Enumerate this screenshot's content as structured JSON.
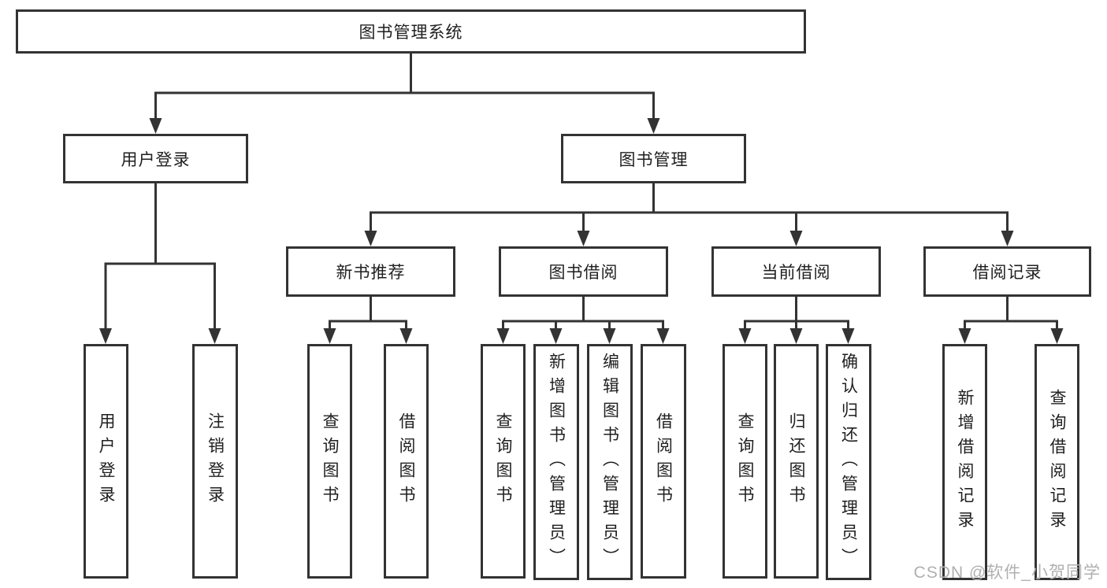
{
  "diagram": {
    "type": "hierarchy-tree",
    "title": "图书管理系统",
    "tree": {
      "label": "图书管理系统",
      "children": [
        {
          "label": "用户登录",
          "children": [
            {
              "label": "用户登录"
            },
            {
              "label": "注销登录"
            }
          ]
        },
        {
          "label": "图书管理",
          "children": [
            {
              "label": "新书推荐",
              "children": [
                {
                  "label": "查询图书"
                },
                {
                  "label": "借阅图书"
                }
              ]
            },
            {
              "label": "图书借阅",
              "children": [
                {
                  "label": "查询图书"
                },
                {
                  "label": "新增图书（管理员）"
                },
                {
                  "label": "编辑图书（管理员）"
                },
                {
                  "label": "借阅图书"
                }
              ]
            },
            {
              "label": "当前借阅",
              "children": [
                {
                  "label": "查询图书"
                },
                {
                  "label": "归还图书"
                },
                {
                  "label": "确认归还（管理员）"
                }
              ]
            },
            {
              "label": "借阅记录",
              "children": [
                {
                  "label": "新增借阅记录"
                },
                {
                  "label": "查询借阅记录"
                }
              ]
            }
          ]
        }
      ]
    },
    "watermark": "CSDN @软件_小贺同学",
    "colors": {
      "line": "#333333",
      "text": "#1f1f1f",
      "watermark": "#b0b0b0",
      "background": "#ffffff"
    }
  }
}
